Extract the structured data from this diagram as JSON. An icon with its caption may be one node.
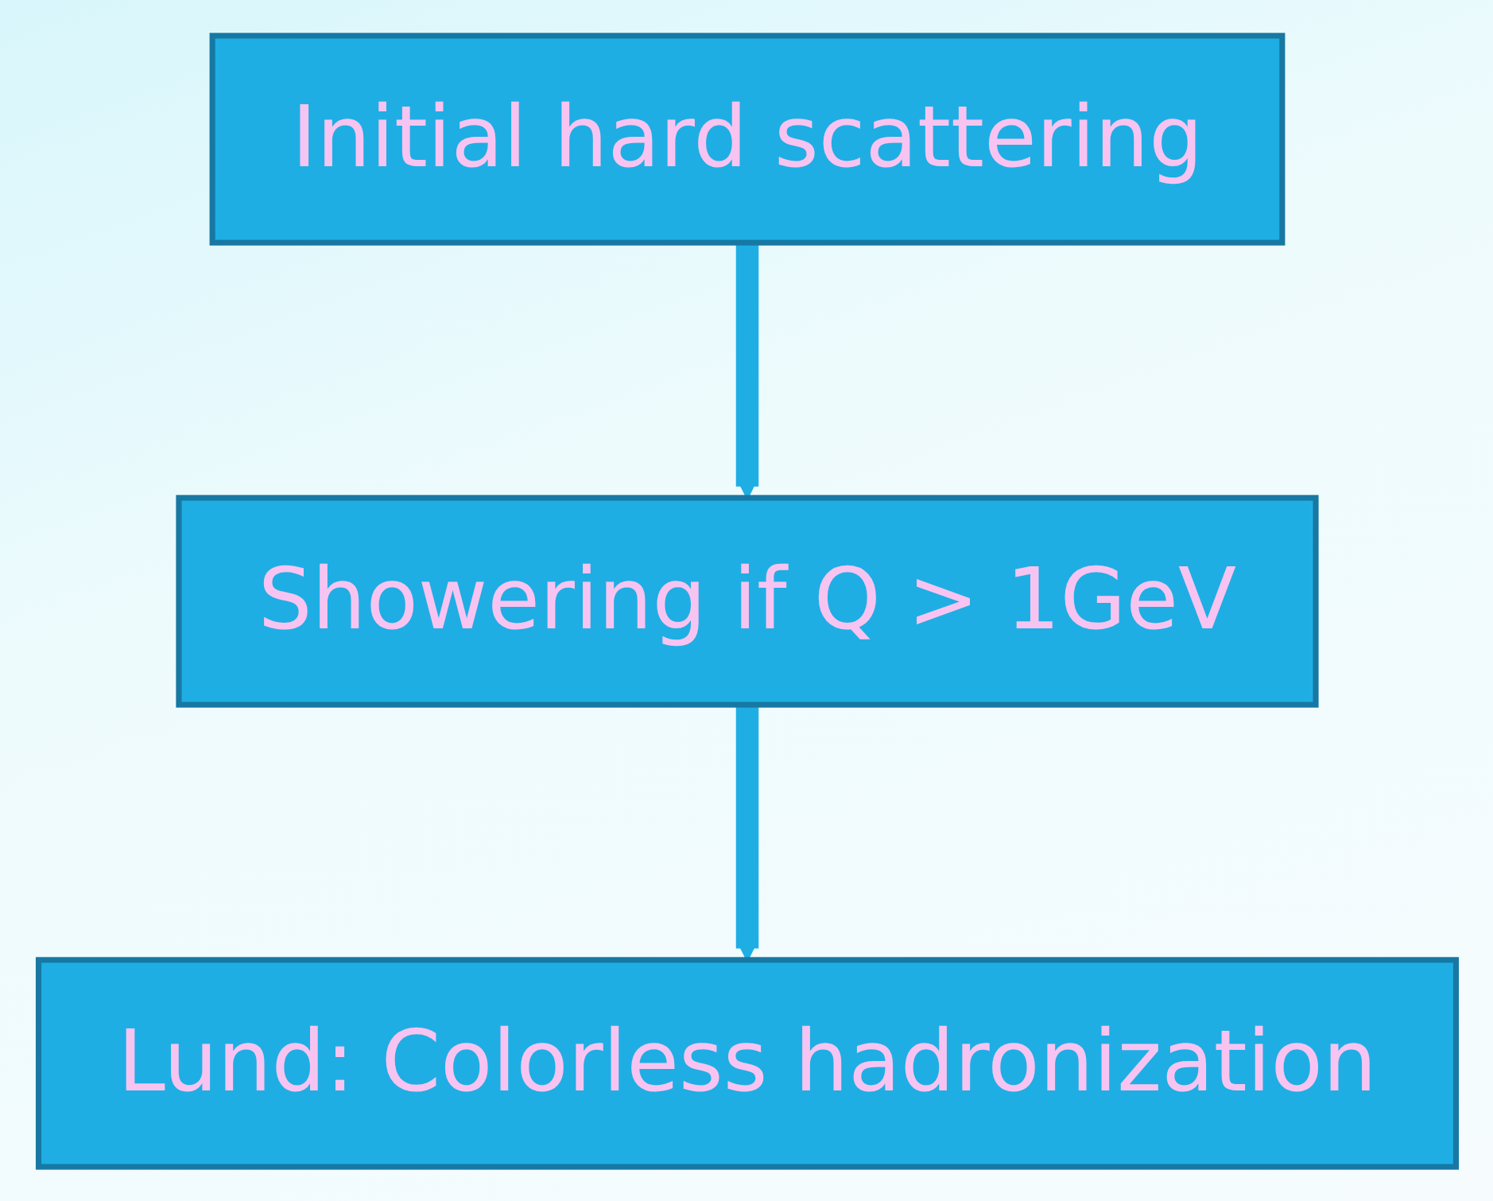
{
  "diagram": {
    "nodes": [
      {
        "text": [
          "Initial hard scattering"
        ]
      },
      {
        "text": [
          "Showering if Q > 1GeV"
        ]
      },
      {
        "text": [
          "Lund: Colorless hadronization"
        ]
      }
    ],
    "edges": [
      {
        "from": 0,
        "to": 1,
        "arrow": "to"
      },
      {
        "from": 1,
        "to": 2,
        "arrow": "to"
      }
    ]
  }
}
